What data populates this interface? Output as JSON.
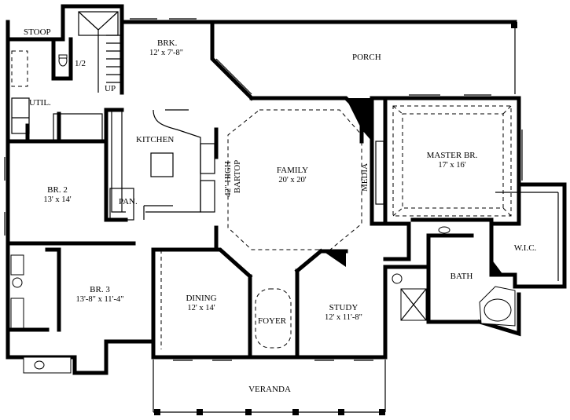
{
  "plan": {
    "rooms": {
      "stoop": {
        "name": "STOOP"
      },
      "half_bath": {
        "name": "1/2"
      },
      "up": {
        "name": "UP"
      },
      "util": {
        "name": "UTIL."
      },
      "brk": {
        "name": "BRK.",
        "size": "12' x 7'-8\""
      },
      "porch": {
        "name": "PORCH"
      },
      "kitchen": {
        "name": "KITCHEN"
      },
      "bartop": {
        "line1": "42\" HIGH",
        "line2": "BARTOP"
      },
      "pan": {
        "name": "PAN."
      },
      "family": {
        "name": "FAMILY",
        "size": "20' x 20'"
      },
      "media": {
        "name": "MEDIA"
      },
      "master": {
        "name": "MASTER BR.",
        "size": "17' x 16'"
      },
      "br2": {
        "name": "BR. 2",
        "size": "13' x 14'"
      },
      "br3": {
        "name": "BR. 3",
        "size": "13'-8\" x 11'-4\""
      },
      "wic": {
        "name": "W.I.C."
      },
      "bath": {
        "name": "BATH"
      },
      "dining": {
        "name": "DINING",
        "size": "12' x 14'"
      },
      "foyer": {
        "name": "FOYER"
      },
      "study": {
        "name": "STUDY",
        "size": "12' x 11'-8\""
      },
      "veranda": {
        "name": "VERANDA"
      }
    }
  }
}
